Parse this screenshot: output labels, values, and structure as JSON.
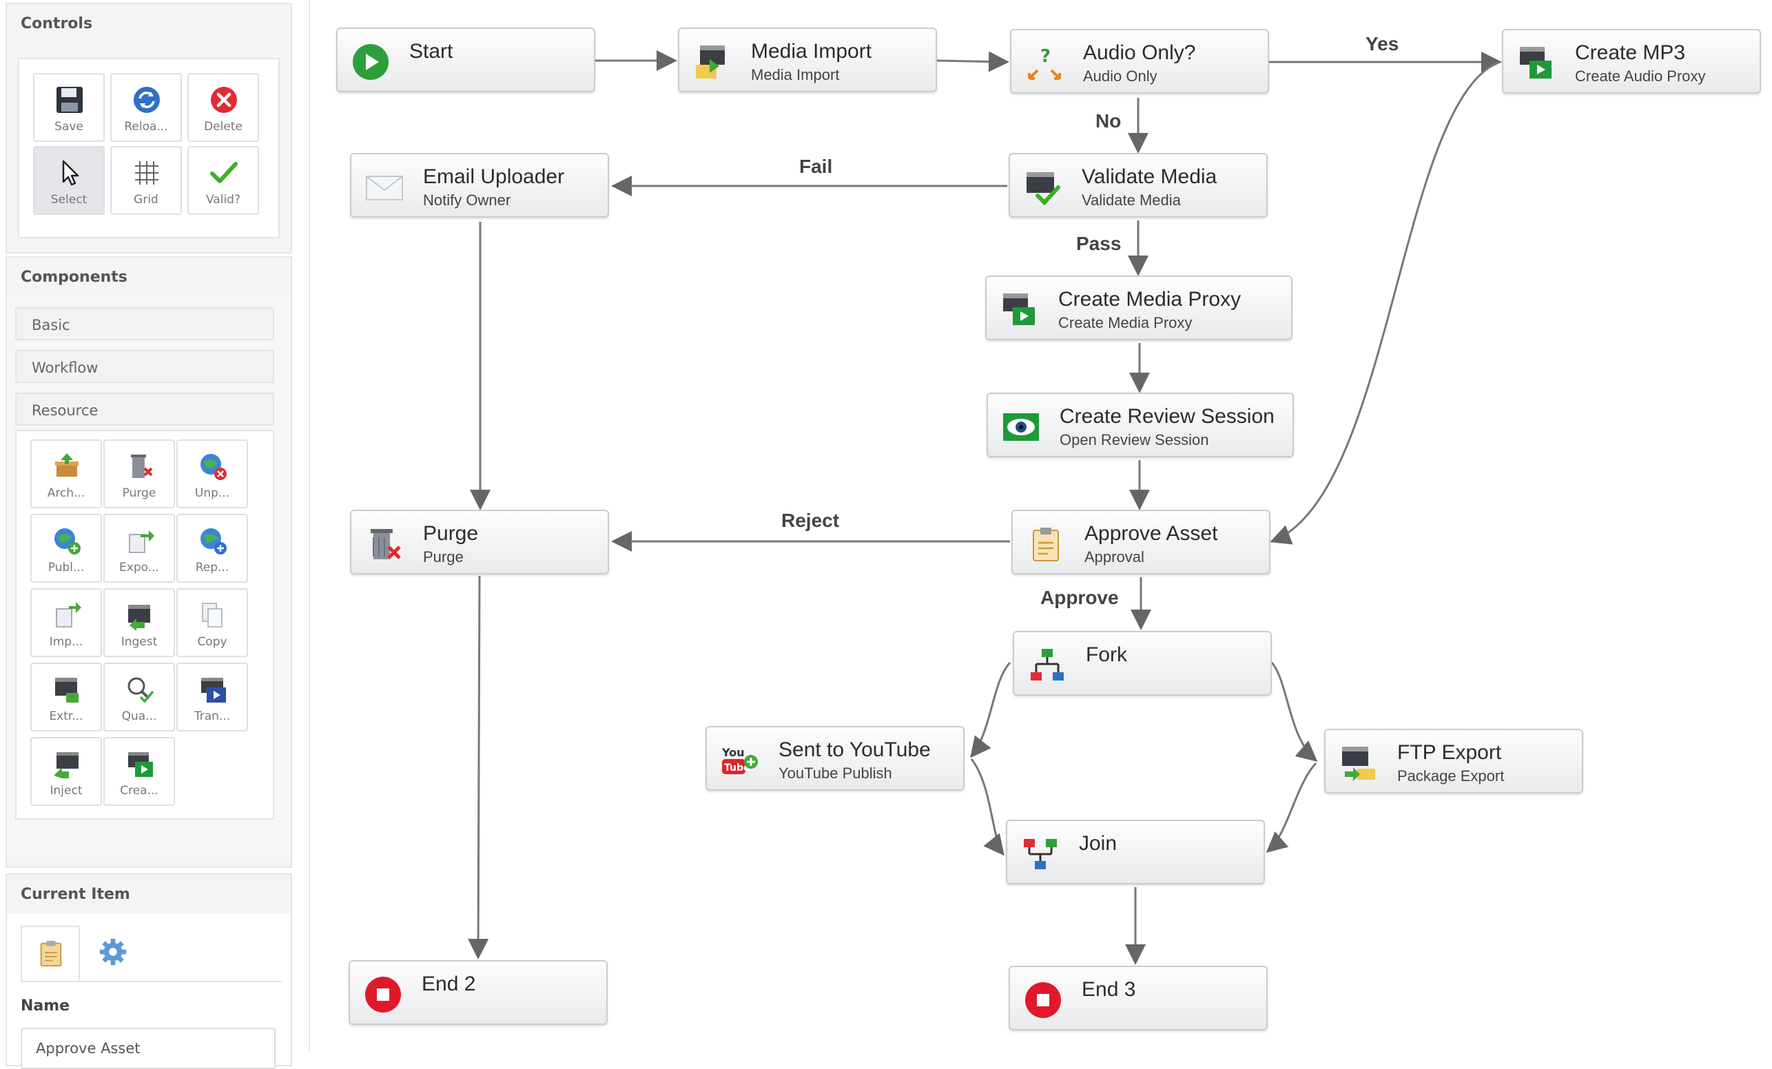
{
  "sidebar": {
    "controls": {
      "title": "Controls",
      "buttons": [
        {
          "label": "Save",
          "icon": "floppy-disk-icon"
        },
        {
          "label": "Reloa...",
          "icon": "reload-icon"
        },
        {
          "label": "Delete",
          "icon": "delete-icon"
        },
        {
          "label": "Select",
          "icon": "pointer-icon"
        },
        {
          "label": "Grid",
          "icon": "grid-icon"
        },
        {
          "label": "Valid?",
          "icon": "checkmark-icon"
        }
      ]
    },
    "components": {
      "title": "Components",
      "groups": [
        "Basic",
        "Workflow",
        "Resource"
      ],
      "resource_items": [
        {
          "label": "Arch...",
          "icon": "archive-icon"
        },
        {
          "label": "Purge",
          "icon": "trash-icon"
        },
        {
          "label": "Unp...",
          "icon": "globe-remove-icon"
        },
        {
          "label": "Publ...",
          "icon": "globe-publish-icon"
        },
        {
          "label": "Expo...",
          "icon": "export-icon"
        },
        {
          "label": "Rep...",
          "icon": "globe-replace-icon"
        },
        {
          "label": "Imp...",
          "icon": "import-icon"
        },
        {
          "label": "Ingest",
          "icon": "ingest-icon"
        },
        {
          "label": "Copy",
          "icon": "copy-icon"
        },
        {
          "label": "Extr...",
          "icon": "extract-icon"
        },
        {
          "label": "Qua...",
          "icon": "quality-check-icon"
        },
        {
          "label": "Tran...",
          "icon": "transcode-icon"
        },
        {
          "label": "Inject",
          "icon": "inject-icon"
        },
        {
          "label": "Crea...",
          "icon": "create-proxy-icon"
        }
      ]
    },
    "current_item": {
      "title": "Current Item",
      "name_label": "Name",
      "name_value": "Approve Asset"
    }
  },
  "workflow": {
    "nodes": {
      "start": {
        "title": "Start",
        "subtitle": ""
      },
      "media_import": {
        "title": "Media Import",
        "subtitle": "Media Import"
      },
      "audio_only": {
        "title": "Audio Only?",
        "subtitle": "Audio Only"
      },
      "create_mp3": {
        "title": "Create MP3",
        "subtitle": "Create Audio Proxy"
      },
      "email_uploader": {
        "title": "Email Uploader",
        "subtitle": "Notify Owner"
      },
      "validate_media": {
        "title": "Validate Media",
        "subtitle": "Validate Media"
      },
      "create_media_proxy": {
        "title": "Create Media Proxy",
        "subtitle": "Create Media Proxy"
      },
      "create_review_session": {
        "title": "Create Review Session",
        "subtitle": "Open Review Session"
      },
      "purge": {
        "title": "Purge",
        "subtitle": "Purge"
      },
      "approve_asset": {
        "title": "Approve Asset",
        "subtitle": "Approval"
      },
      "fork": {
        "title": "Fork",
        "subtitle": ""
      },
      "sent_to_youtube": {
        "title": "Sent to YouTube",
        "subtitle": "YouTube Publish"
      },
      "ftp_export": {
        "title": "FTP Export",
        "subtitle": "Package Export"
      },
      "join": {
        "title": "Join",
        "subtitle": ""
      },
      "end2": {
        "title": "End 2",
        "subtitle": ""
      },
      "end3": {
        "title": "End 3",
        "subtitle": ""
      }
    },
    "edge_labels": {
      "yes": "Yes",
      "no": "No",
      "fail": "Fail",
      "pass": "Pass",
      "reject": "Reject",
      "approve": "Approve"
    }
  }
}
